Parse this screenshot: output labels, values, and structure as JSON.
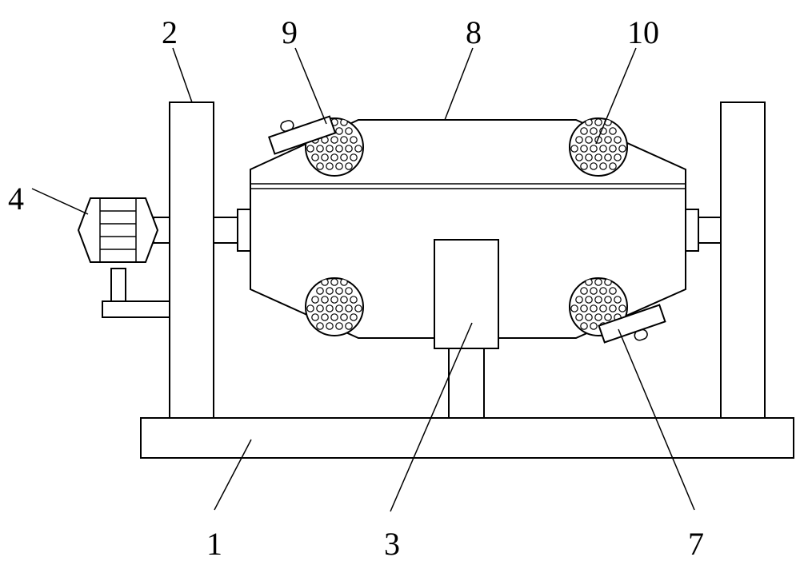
{
  "labels": {
    "base": "1",
    "left_support": "2",
    "bottom_support": "3",
    "motor": "4",
    "lower_hatch": "7",
    "drum": "8",
    "upper_hatch": "9",
    "ball_filter": "10"
  },
  "colors": {
    "stroke": "#000000",
    "fill": "#ffffff"
  }
}
